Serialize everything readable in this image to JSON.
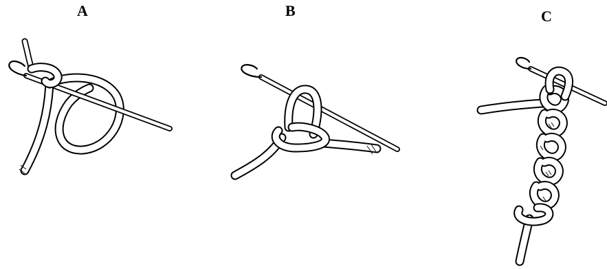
{
  "figure": {
    "panels": [
      {
        "id": "A",
        "label": "A"
      },
      {
        "id": "B",
        "label": "B"
      },
      {
        "id": "C",
        "label": "C"
      }
    ],
    "colors": {
      "ink": "#000000",
      "paper": "#ffffff"
    }
  }
}
